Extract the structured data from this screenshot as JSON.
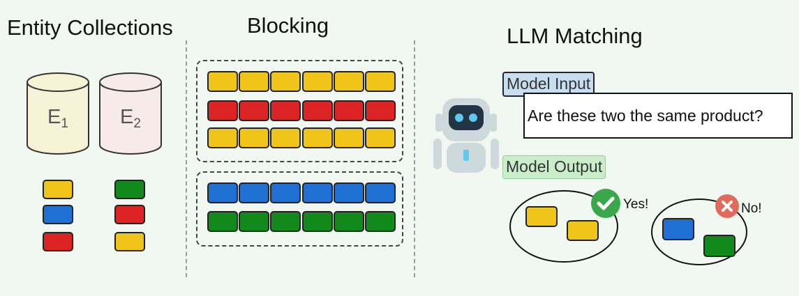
{
  "titles": {
    "entity_collections": "Entity Collections",
    "blocking": "Blocking",
    "llm_matching": "LLM Matching"
  },
  "collections": [
    {
      "label": "E",
      "subscript": "1",
      "color": "#f6f2d6",
      "records": [
        "#f0c419",
        "#1f6fd4",
        "#dc2424"
      ]
    },
    {
      "label": "E",
      "subscript": "2",
      "color": "#f6ebe9",
      "records": [
        "#118a1b",
        "#dc2424",
        "#f0c419"
      ]
    }
  ],
  "blocks": [
    {
      "rows": [
        "#f0c419",
        "#dc2424",
        "#f0c419"
      ]
    },
    {
      "rows": [
        "#1f6fd4",
        "#118a1b"
      ]
    }
  ],
  "llm": {
    "model_input_label": "Model Input",
    "question": "Are these two the same product?",
    "model_output_label": "Model Output",
    "results": [
      {
        "answer": "Yes!",
        "status": "match",
        "colors": [
          "#f0c419",
          "#f0c419"
        ],
        "badge_color": "#3aa84a"
      },
      {
        "answer": "No!",
        "status": "non-match",
        "colors": [
          "#1f6fd4",
          "#118a1b"
        ],
        "badge_color": "#e06a5c"
      }
    ]
  },
  "colors": {
    "yellow": "#f0c419",
    "red": "#dc2424",
    "blue": "#1f6fd4",
    "green": "#118a1b",
    "robot_body": "#cdd9dc",
    "robot_face": "#233445",
    "robot_eyes": "#5fc8ee"
  }
}
